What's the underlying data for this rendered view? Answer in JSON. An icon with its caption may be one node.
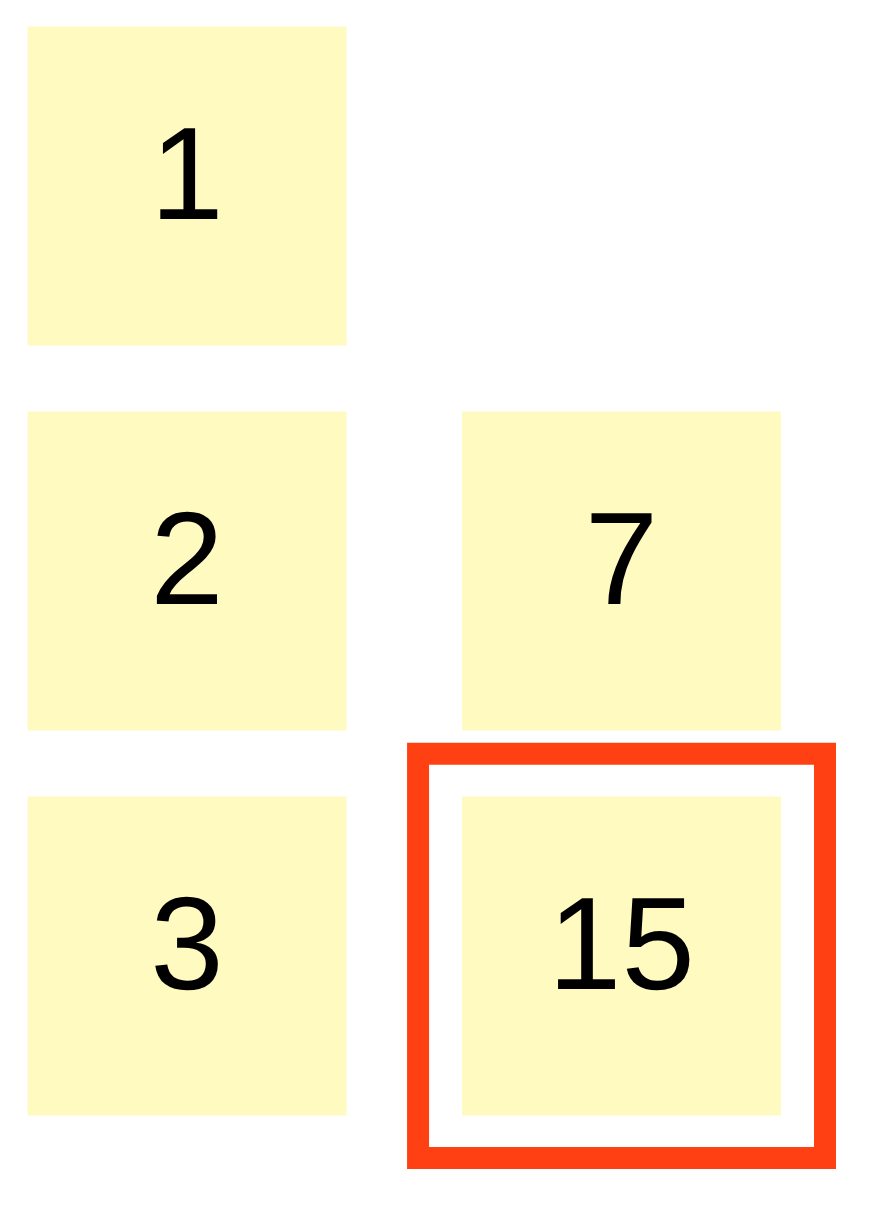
{
  "diagram": {
    "nodes": [
      {
        "text": [
          "1"
        ]
      },
      {
        "text": [
          "7"
        ]
      },
      {
        "text": [
          "2"
        ]
      },
      {
        "text": [],
        "shape": "box"
      },
      {
        "text": [
          "15"
        ],
        "in": 3
      },
      {
        "text": [
          "3"
        ]
      }
    ]
  }
}
